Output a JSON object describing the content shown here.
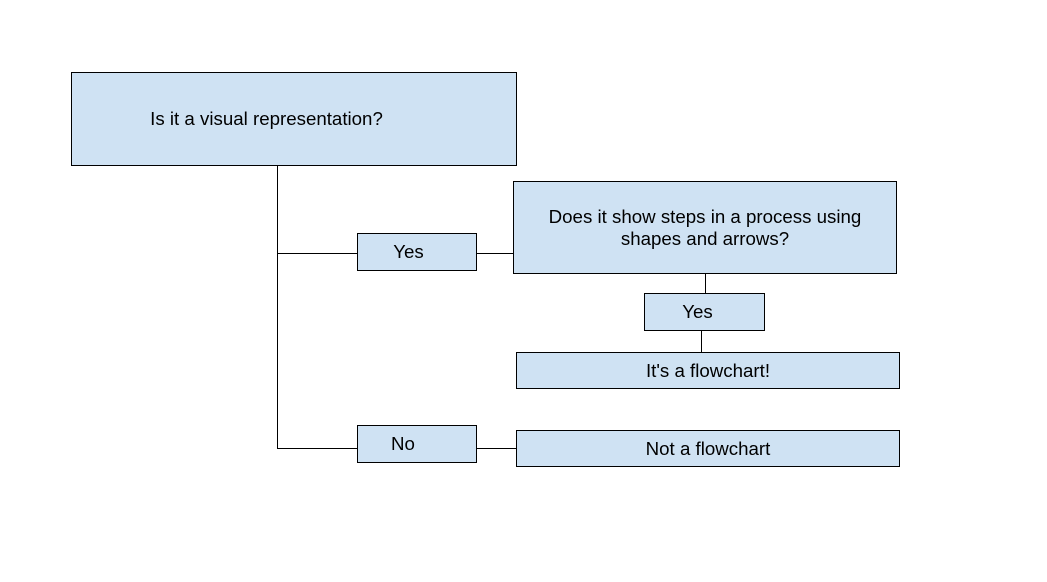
{
  "diagram": {
    "type": "flowchart-decision-tree",
    "colors": {
      "background": "#ffffff",
      "node_fill": "#cfe2f3",
      "node_border": "#000000",
      "connector": "#000000",
      "text": "#000000"
    },
    "nodes": [
      {
        "id": "q1",
        "label": "Is it a visual representation?"
      },
      {
        "id": "yes1",
        "label": "Yes"
      },
      {
        "id": "q2",
        "label": "Does it show steps in a process using shapes and arrows?"
      },
      {
        "id": "yes2",
        "label": "Yes"
      },
      {
        "id": "resyes",
        "label": "It's a flowchart!"
      },
      {
        "id": "no1",
        "label": "No"
      },
      {
        "id": "resno",
        "label": "Not a flowchart"
      }
    ],
    "edges": [
      {
        "from": "q1",
        "via": "yes1",
        "to": "q2"
      },
      {
        "from": "q2",
        "via": "yes2",
        "to": "resyes"
      },
      {
        "from": "q1",
        "via": "no1",
        "to": "resno"
      }
    ]
  }
}
